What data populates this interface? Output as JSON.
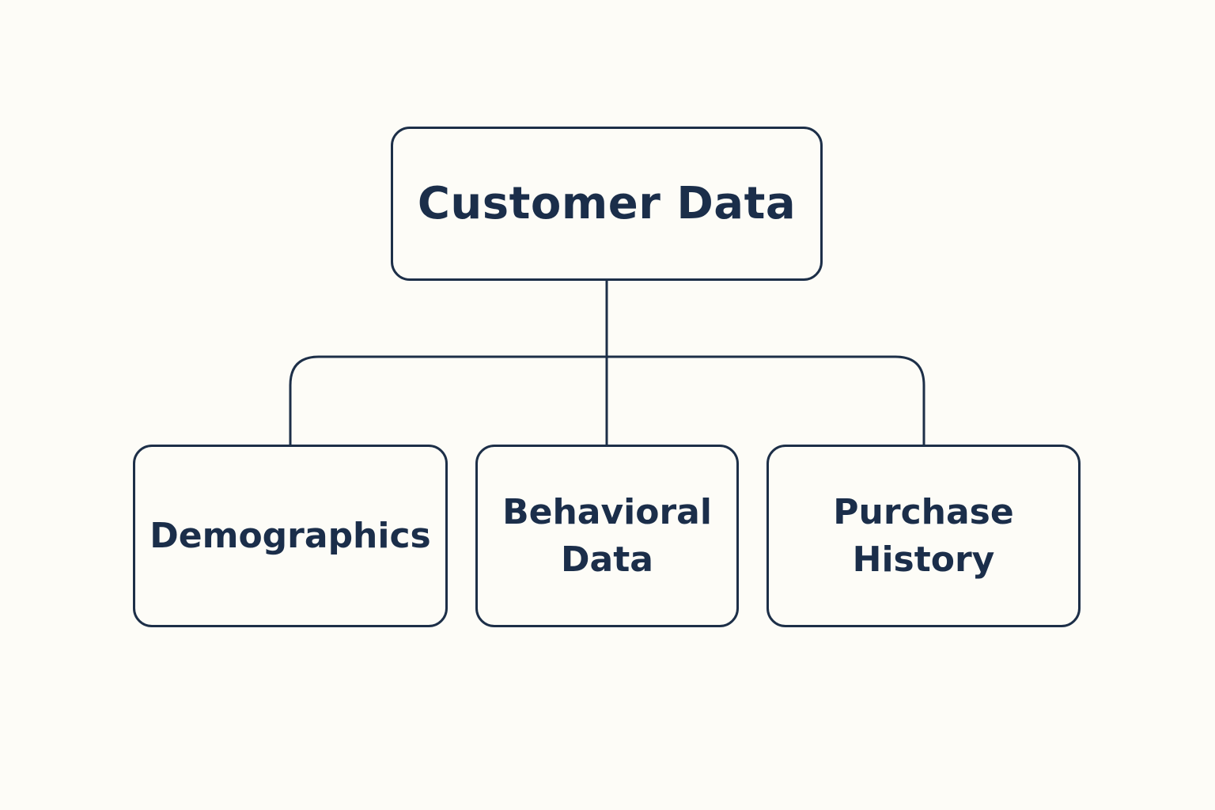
{
  "diagram": {
    "root": {
      "label": "Customer Data"
    },
    "children": [
      {
        "label": "Demographics"
      },
      {
        "label": "Behavioral\nData"
      },
      {
        "label": "Purchase\nHistory"
      }
    ]
  },
  "colors": {
    "background": "#fdfcf7",
    "stroke": "#1d2f48",
    "text": "#1b2e4a"
  }
}
